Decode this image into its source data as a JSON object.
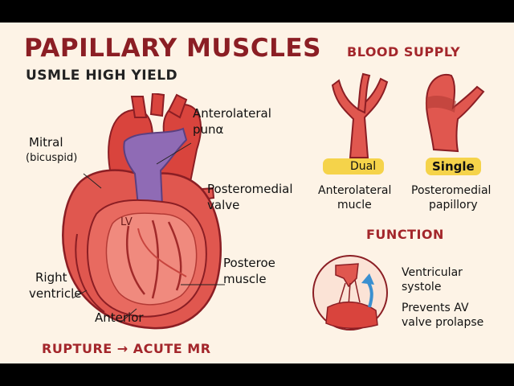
{
  "title": "PAPILLARY MUSCLES",
  "subtitle": "USMLE HIGH YIELD",
  "heart_labels": {
    "anterolateral": "Anterolateral",
    "puna": "punα",
    "mitral": "Mitral",
    "bicuspid": "(bicuspid)",
    "posteromedial": "Posteromedial",
    "valve": "valve",
    "lv": "LV",
    "posteroe": "Posteroe",
    "muscle": "muscle",
    "right": "Right",
    "ventricle": "ventricle",
    "anterior": "Anterior"
  },
  "blood_supply": {
    "heading": "BLOOD SUPPLY",
    "left": {
      "badge": "Dual",
      "label_1": "Anterolateral",
      "label_2": "mucle"
    },
    "right": {
      "badge": "Single",
      "label_1": "Posteromedial",
      "label_2": "papillory"
    }
  },
  "function": {
    "heading": "FUNCTION",
    "line_1": "Ventricular",
    "line_2": "systole",
    "line_3": "Prevents AV",
    "line_4": "valve prolapse"
  },
  "rupture_line": "RUPTURE → ACUTE MR",
  "colors": {
    "title": "#8b1e24",
    "heading": "#a3262b",
    "background": "#fdf3e6",
    "badge_yellow": "#f5d34a",
    "heart_red": "#e0574f",
    "vessel_purple": "#8f6bb5",
    "arrow_blue": "#3a8fd0"
  }
}
